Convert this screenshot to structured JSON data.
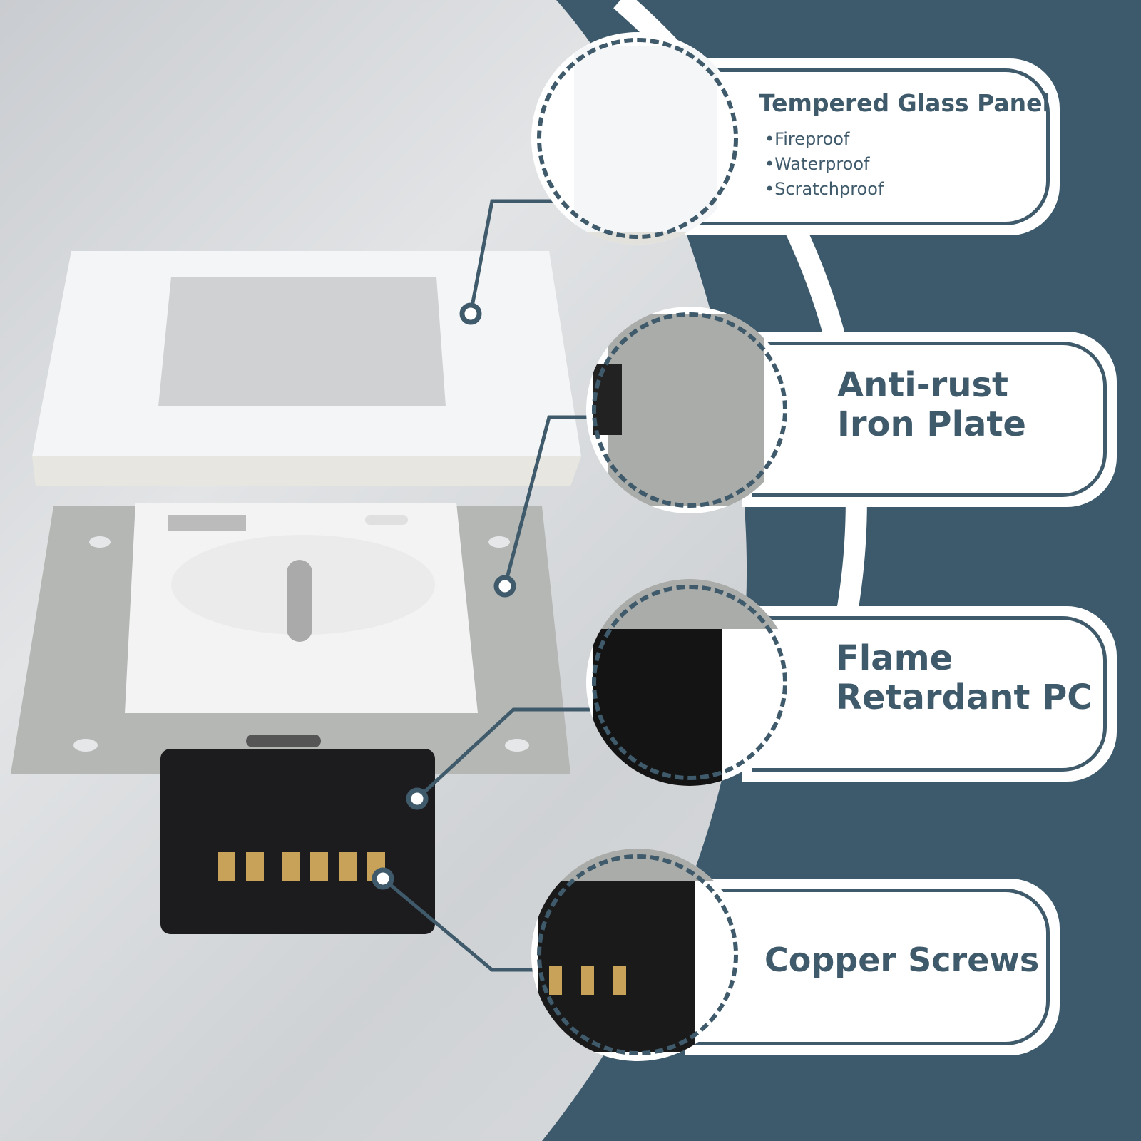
{
  "colors": {
    "accent": "#3f5a6b",
    "background_right": "#3d5a6c",
    "panel": "#ffffff"
  },
  "callouts": [
    {
      "title": "Tempered Glass Panel",
      "bullets": [
        "•Fireproof",
        "•Waterproof",
        "•Scratchproof"
      ]
    },
    {
      "title_line1": "Anti-rust",
      "title_line2": "Iron Plate"
    },
    {
      "title_line1": "Flame",
      "title_line2": "Retardant PC"
    },
    {
      "title": "Copper Screws"
    }
  ]
}
